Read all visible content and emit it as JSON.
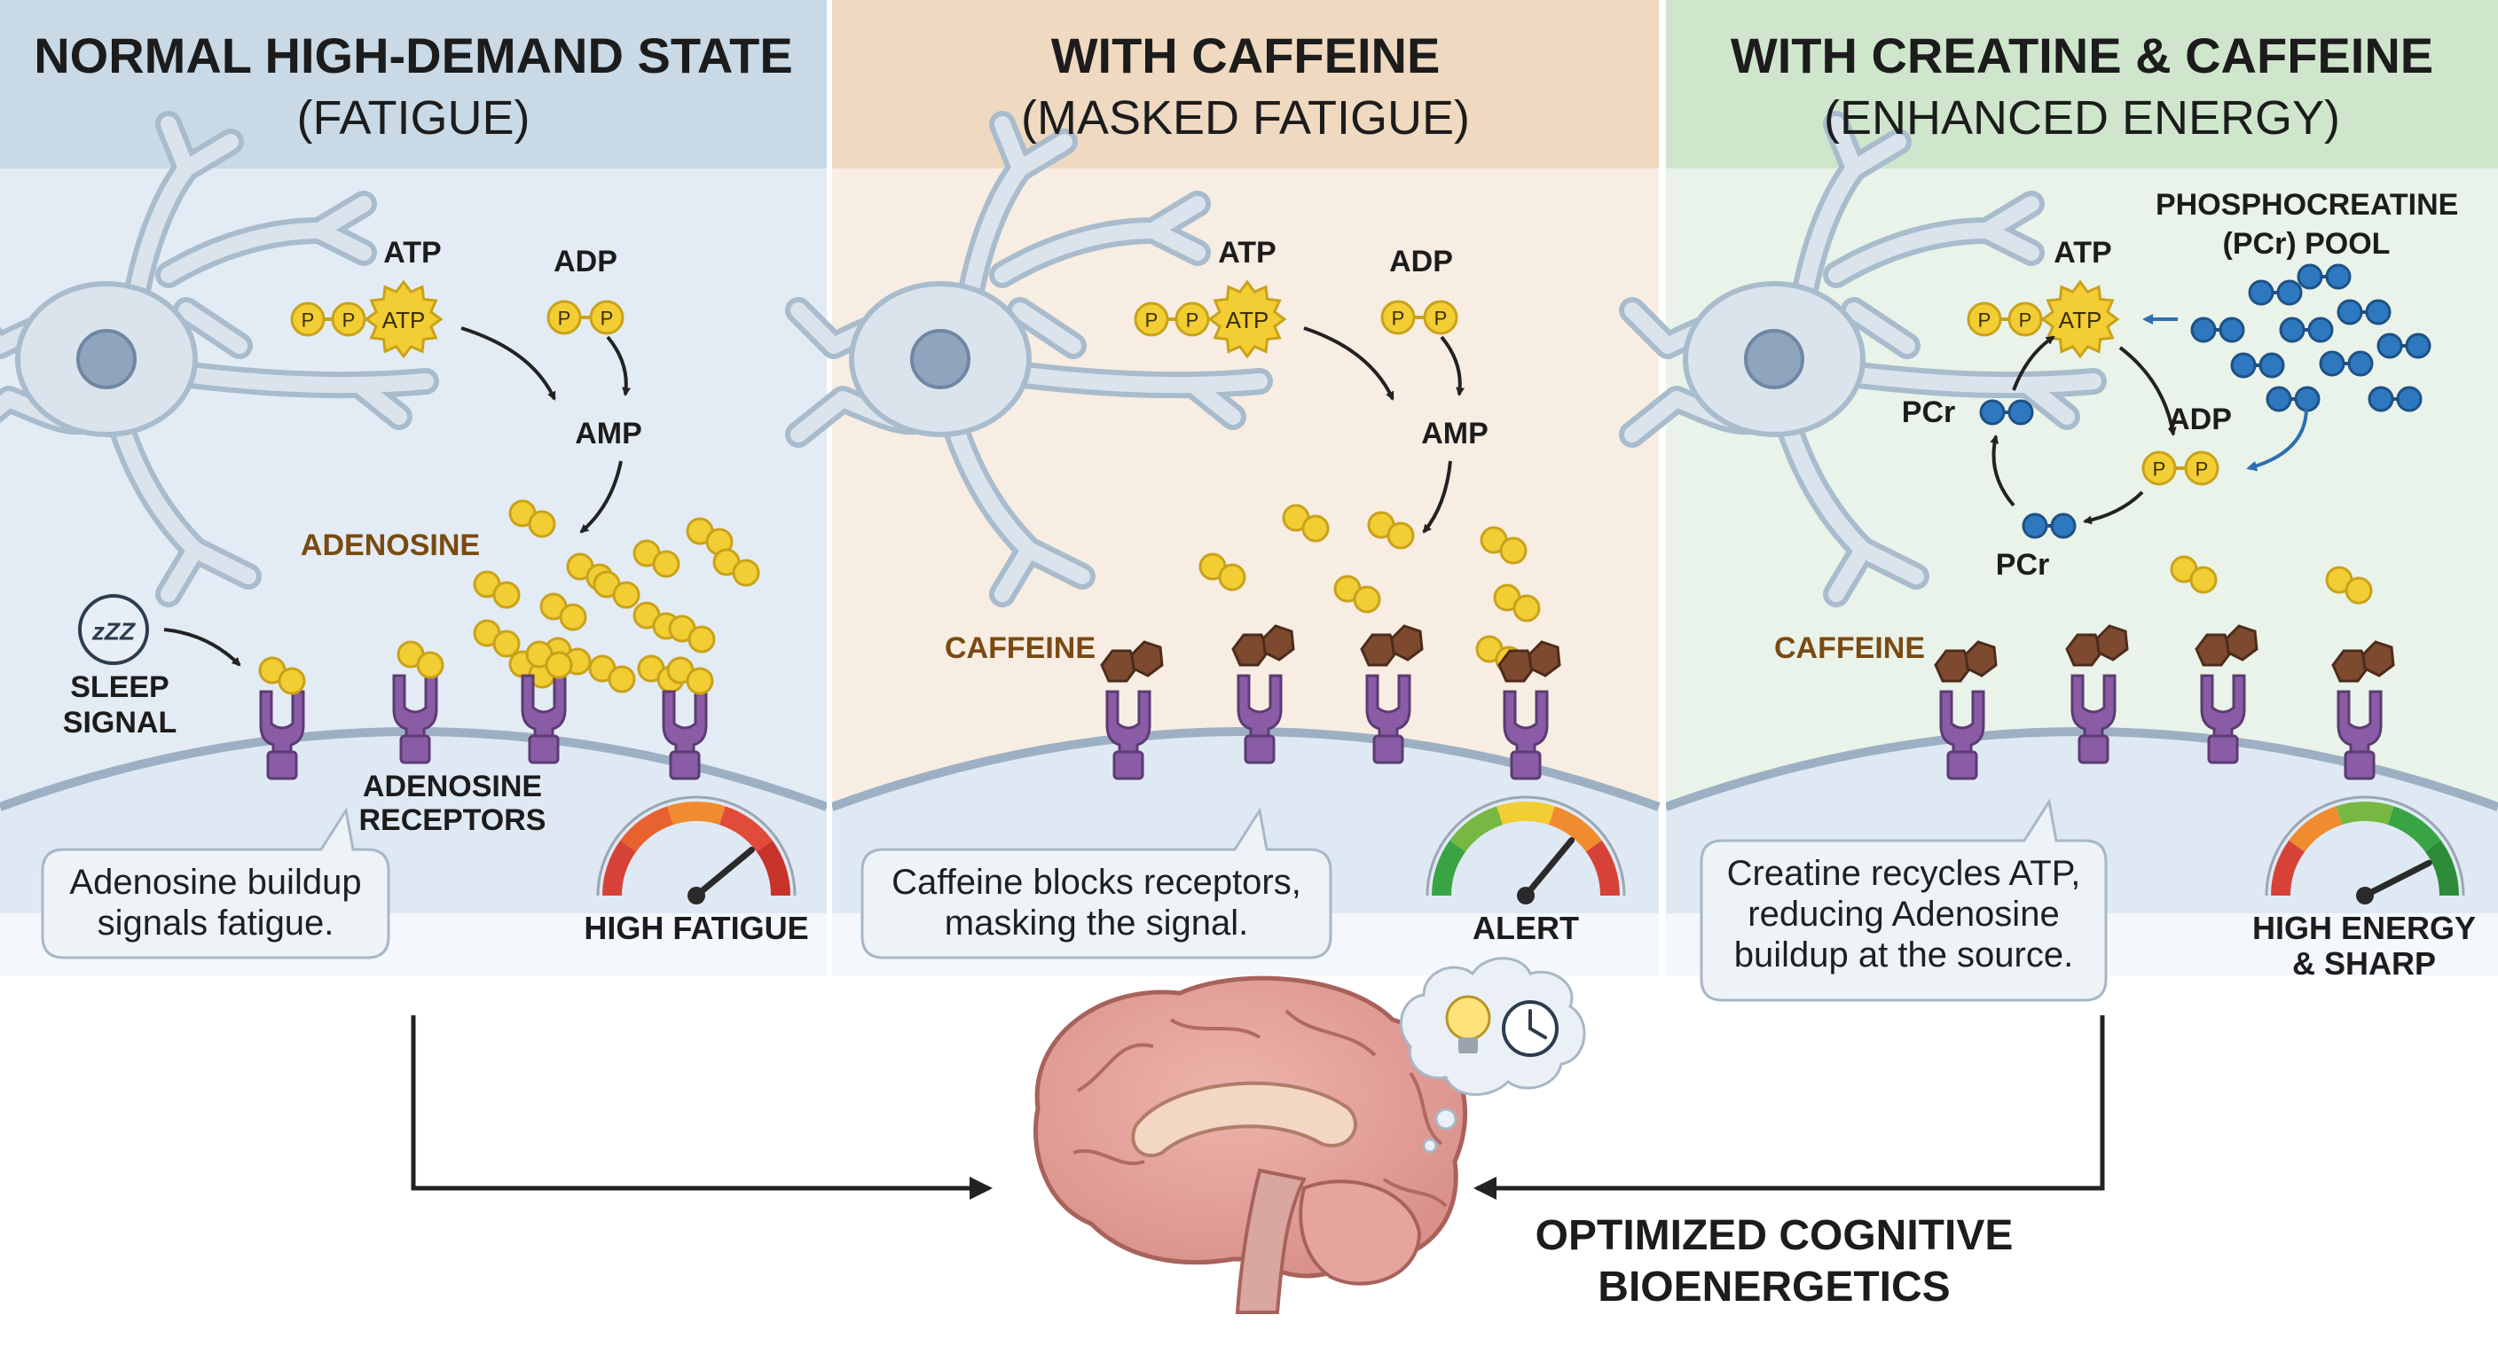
{
  "panels": [
    {
      "title": "NORMAL HIGH-DEMAND STATE",
      "subtitle": "(FATIGUE)",
      "atp_label": "ATP",
      "adp_label": "ADP",
      "amp_label": "AMP",
      "molecule_label": "ADENOSINE",
      "sleep_signal": [
        "SLEEP",
        "SIGNAL"
      ],
      "receptors_label": [
        "ADENOSINE",
        "RECEPTORS"
      ],
      "caption": [
        "Adenosine buildup",
        "signals fatigue."
      ],
      "gauge_label": [
        "HIGH FATIGUE"
      ],
      "colors": {
        "header": "#c9d9e6",
        "body": "#e3ecf4"
      }
    },
    {
      "title": "WITH CAFFEINE",
      "subtitle": "(MASKED FATIGUE)",
      "atp_label": "ATP",
      "adp_label": "ADP",
      "amp_label": "AMP",
      "molecule_label": "CAFFEINE",
      "caption": [
        "Caffeine blocks receptors,",
        "masking the signal."
      ],
      "gauge_label": [
        "ALERT"
      ],
      "colors": {
        "header": "#efd9c1",
        "body": "#f8ede2"
      }
    },
    {
      "title": "WITH CREATINE & CAFFEINE",
      "subtitle": "(ENHANCED ENERGY)",
      "atp_label": "ATP",
      "adp_label": "ADP",
      "pcr_pool_label": [
        "PHOSPHOCREATINE",
        "(PCr) POOL"
      ],
      "pcr_label": "PCr",
      "molecule_label": "CAFFEINE",
      "caption": [
        "Creatine recycles ATP,",
        "reducing Adenosine",
        "buildup at the source."
      ],
      "gauge_label": [
        "HIGH ENERGY",
        "& SHARP"
      ],
      "colors": {
        "header": "#cfe6cc",
        "body": "#e9f3e9"
      }
    }
  ],
  "glyphs": {
    "p": "P",
    "atp": "ATP",
    "zzz": "zZZ"
  },
  "footer": {
    "lines": [
      "OPTIMIZED COGNITIVE",
      "BIOENERGETICS"
    ]
  },
  "icons": [
    "neuron-icon",
    "atp-icon",
    "adenosine-icon",
    "caffeine-icon",
    "pcr-icon",
    "receptor-icon",
    "gauge-icon",
    "brain-icon",
    "lightbulb-icon",
    "clock-icon",
    "sleep-icon",
    "arrow-icon"
  ],
  "colors": {
    "adenosine": "#f2cd33",
    "caffeine": "#7d4a2f",
    "receptor": "#8a5ca6",
    "pcr": "#2e78bf",
    "neuron": "#a9bccd",
    "arrow": "#222222"
  }
}
